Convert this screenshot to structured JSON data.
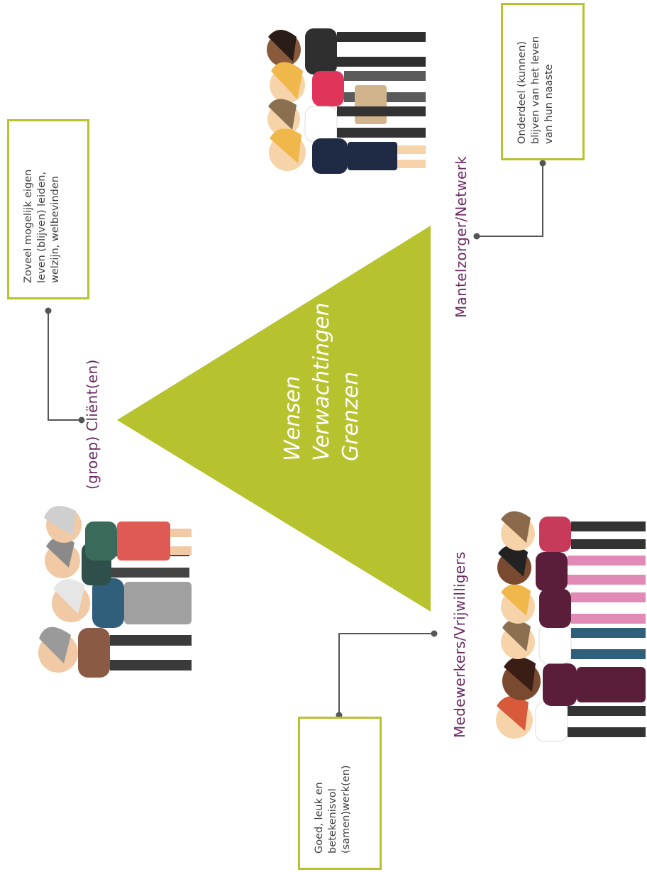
{
  "triangle": {
    "color": "#b6c22e",
    "lines": [
      "Wensen",
      "Verwachtingen",
      "Grenzen"
    ]
  },
  "groups": {
    "clients": {
      "label": "(groep) Cliënt(en)",
      "note": [
        "Zoveel mogelijk eigen",
        "leven (blijven) leiden,",
        "welzijn, welbevinden"
      ]
    },
    "caregivers": {
      "label": "Mantelzorger/Netwerk",
      "note": [
        "Onderdeel (kunnen)",
        "blijven van het leven",
        "van hun naaste"
      ]
    },
    "staff": {
      "label": "Medewerkers/Vrijwilligers",
      "note": [
        "Goed, leuk en",
        "betekenisvol",
        "(samen)werk(en)"
      ]
    }
  },
  "colors": {
    "accent": "#b6c22e",
    "label": "#6b2a63",
    "connector": "#555555"
  }
}
